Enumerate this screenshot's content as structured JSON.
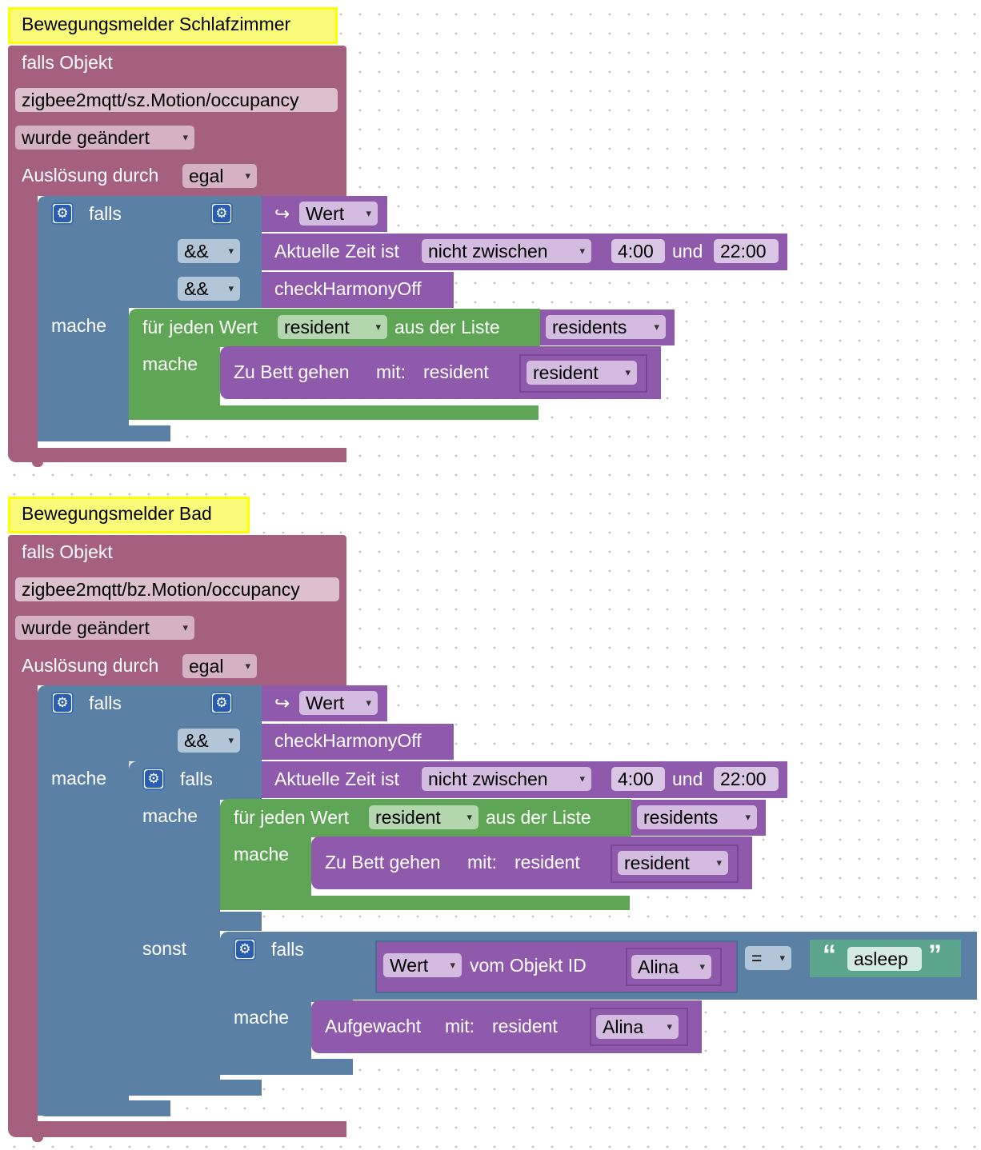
{
  "program1": {
    "comment": "Bewegungsmelder Schlafzimmer",
    "trigger_label": "falls Objekt",
    "object_id": "zigbee2mqtt/sz.Motion/occupancy",
    "changed": "wurde geändert",
    "trigger_by_label": "Auslösung durch",
    "trigger_by_value": "egal",
    "if_label": "falls",
    "do_label": "mache",
    "value_label": "Wert",
    "value_arrow": "↪",
    "and_1": "&&",
    "and_2": "&&",
    "time_label": "Aktuelle Zeit ist",
    "time_op": "nicht zwischen",
    "time_from": "4:00",
    "time_and": "und",
    "time_to": "22:00",
    "check_func": "checkHarmonyOff",
    "foreach_label": "für jeden Wert",
    "foreach_var": "resident",
    "foreach_list_label": "aus der Liste",
    "foreach_list": "residents",
    "foreach_do": "mache",
    "call_name": "Zu Bett gehen",
    "call_with": "mit:",
    "call_param": "resident",
    "call_arg": "resident"
  },
  "program2": {
    "comment": "Bewegungsmelder Bad",
    "trigger_label": "falls Objekt",
    "object_id": "zigbee2mqtt/bz.Motion/occupancy",
    "changed": "wurde geändert",
    "trigger_by_label": "Auslösung durch",
    "trigger_by_value": "egal",
    "if_label": "falls",
    "do_label": "mache",
    "value_label": "Wert",
    "value_arrow": "↪",
    "and_1": "&&",
    "check_func": "checkHarmonyOff",
    "inner_if_label": "falls",
    "time_label": "Aktuelle Zeit ist",
    "time_op": "nicht zwischen",
    "time_from": "4:00",
    "time_and": "und",
    "time_to": "22:00",
    "inner_do_label": "mache",
    "foreach_label": "für jeden Wert",
    "foreach_var": "resident",
    "foreach_list_label": "aus der Liste",
    "foreach_list": "residents",
    "foreach_do": "mache",
    "call_name": "Zu Bett gehen",
    "call_with": "mit:",
    "call_param": "resident",
    "call_arg": "resident",
    "else_label": "sonst",
    "else_if_label": "falls",
    "state_value": "Wert",
    "state_from": "vom Objekt ID",
    "state_object": "Alina",
    "compare_op": "=",
    "quote_open": "“",
    "string_value": "asleep",
    "quote_close": "”",
    "else_do_label": "mache",
    "call2_name": "Aufgewacht",
    "call2_with": "mit:",
    "call2_param": "resident",
    "call2_arg": "Alina"
  }
}
